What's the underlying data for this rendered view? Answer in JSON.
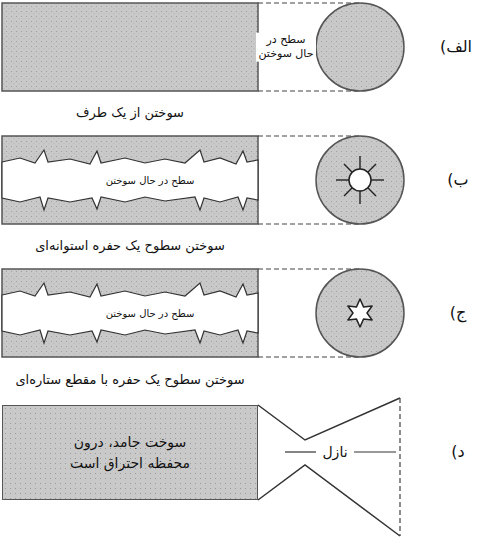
{
  "diagram": {
    "nodes": [
      {
        "text": [
          "سوخت جامد، درون محفظه احتراق است"
        ]
      }
    ],
    "labels": [
      "الف)",
      "سطح در حال سوختن",
      "سوختن از یک طرف",
      "ب)",
      "سطح در حال سوختن",
      "سوختن سطوح یک حفره استوانه‌ای",
      "ج)",
      "سطح در حال سوختن",
      "سوختن سطوح یک حفره با مقطع ستاره‌ای",
      "د)",
      "نازل"
    ]
  }
}
